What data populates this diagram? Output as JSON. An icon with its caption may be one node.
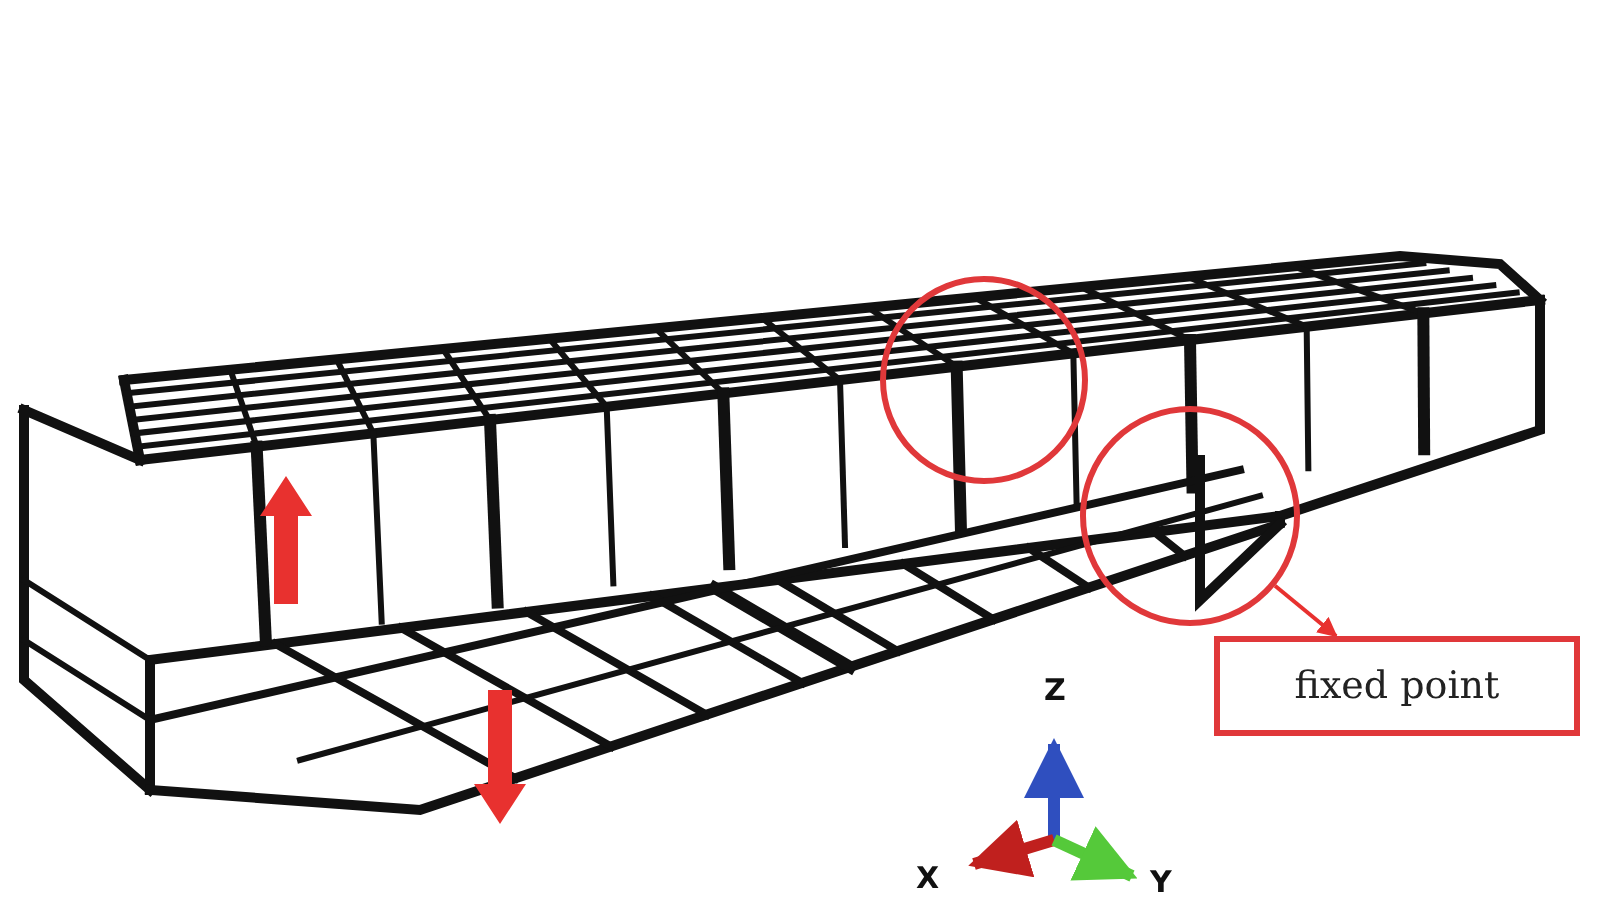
{
  "diagram": {
    "nodes": [
      {
        "text": [],
        "shape": "circle"
      },
      {
        "text": [],
        "shape": "circle"
      },
      {
        "text": [
          "fixed point"
        ]
      }
    ],
    "edges": [
      {
        "from": 1,
        "to": 2,
        "arrow": "to",
        "color": "#e8312f"
      }
    ],
    "labels": [
      "Z",
      "X",
      "Y"
    ]
  }
}
